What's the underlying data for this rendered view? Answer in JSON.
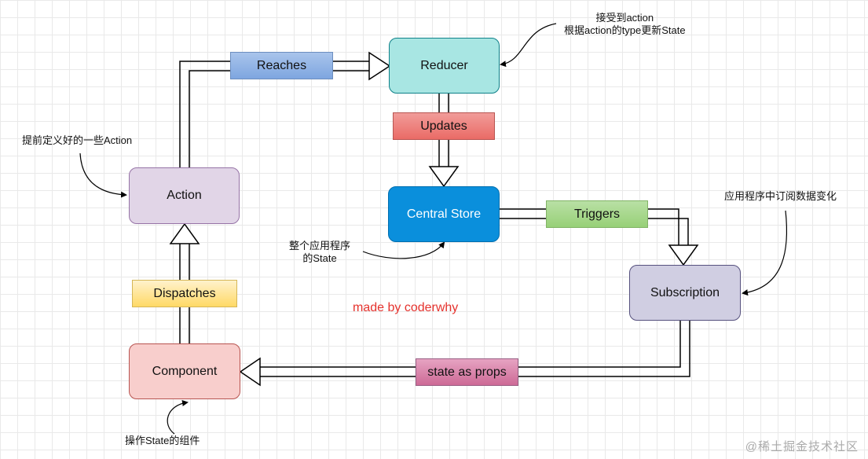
{
  "nodes": {
    "reducer": "Reducer",
    "central_store": "Central Store",
    "action": "Action",
    "subscription": "Subscription",
    "component": "Component"
  },
  "edge_labels": {
    "reaches": "Reaches",
    "updates": "Updates",
    "triggers": "Triggers",
    "dispatches": "Dispatches",
    "state_as_props": "state as props"
  },
  "annotations": {
    "reducer_line1": "接受到action",
    "reducer_line2": "根据action的type更新State",
    "action_note": "提前定义好的一些Action",
    "subscription_note": "应用程序中订阅数据变化",
    "store_line1": "整个应用程序",
    "store_line2": "的State",
    "component_note": "操作State的组件"
  },
  "credit": "made by coderwhy",
  "watermark": "@稀土掘金技术社区",
  "colors": {
    "reducer_fill": "#a8e6e3",
    "store_fill": "#0a8fdc",
    "action_fill": "#e1d5e7",
    "subscription_fill": "#d0cee2",
    "component_fill": "#f8cecc",
    "reaches_fill": "#7ea6e0",
    "updates_fill": "#ea6b66",
    "triggers_fill": "#97d077",
    "dispatches_fill": "#ffd966",
    "state_props_fill": "#cd6a96",
    "credit_color": "#e5322d"
  }
}
